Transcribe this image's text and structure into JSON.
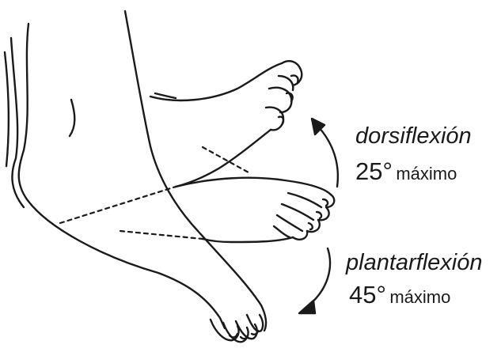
{
  "labels": {
    "dorsiflexion": {
      "title": "dorsiflexión",
      "value": "25°",
      "qualifier": "máximo"
    },
    "plantarflexion": {
      "title": "plantarflexión",
      "value": "45°",
      "qualifier": "máximo"
    }
  },
  "colors": {
    "stroke": "#1a1a1a",
    "background": "#ffffff"
  }
}
